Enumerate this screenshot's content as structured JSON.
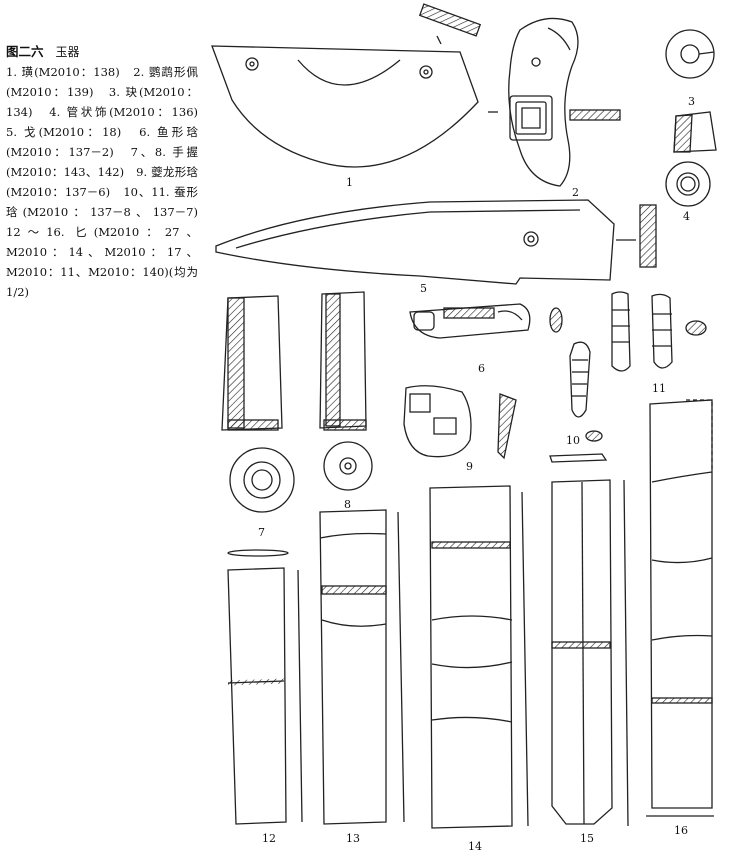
{
  "caption": {
    "figure_label": "图二六",
    "figure_subject": "玉器",
    "text": "1. 璜(M2010：138)　2. 鹦鹉形佩(M2010：139)　3. 玦(M2010：134)　4. 管状饰(M2010：136)　5. 戈(M2010：18)　6. 鱼形琀(M2010：137－2)　7、8. 手握(M2010：143、142)　9. 夔龙形琀(M2010：137－6)　10、11. 蚕形琀(M2010：137－8、137－7)　12～16. 匕(M2010：27、M2010：14、M2010：17、M2010：11、M2010：140)(均为 1/2)"
  },
  "labels": {
    "n1": "1",
    "n2": "2",
    "n3": "3",
    "n4": "4",
    "n5": "5",
    "n6": "6",
    "n7": "7",
    "n8": "8",
    "n9": "9",
    "n10": "10",
    "n11": "11",
    "n12": "12",
    "n13": "13",
    "n14": "14",
    "n15": "15",
    "n16": "16"
  }
}
